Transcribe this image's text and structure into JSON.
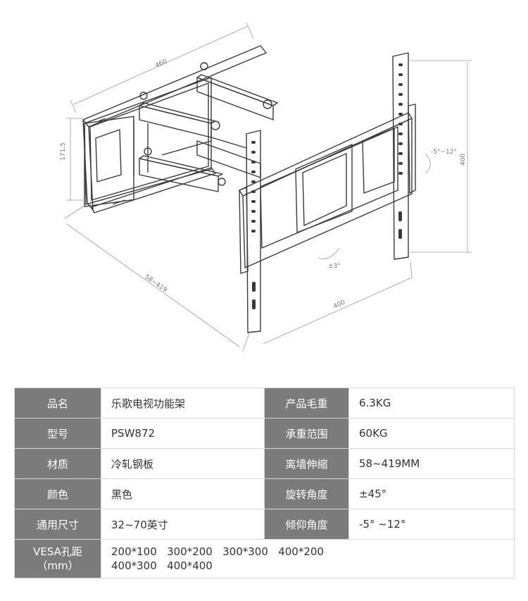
{
  "dimensions": {
    "width_top": "460",
    "height_left": "171.5",
    "extension": "58~419",
    "vesa_width": "400",
    "vesa_height": "400",
    "tilt": "-5°~12°",
    "swivel": "±3°"
  },
  "specs": {
    "name_label": "品名",
    "name_value": "乐歌电视功能架",
    "gross_weight_label": "产品毛重",
    "gross_weight_value": "6.3KG",
    "model_label": "型号",
    "model_value": "PSW872",
    "load_label": "承重范围",
    "load_value": "60KG",
    "material_label": "材质",
    "material_value": "冷轧钢板",
    "wall_distance_label": "离墙伸缩",
    "wall_distance_value": "58~419MM",
    "color_label": "颜色",
    "color_value": "黑色",
    "rotation_label": "旋转角度",
    "rotation_value": "±45°",
    "size_label": "通用尺寸",
    "size_value": "32~70英寸",
    "tilt_label": "倾仰角度",
    "tilt_value": "-5° ~12°",
    "vesa_label_line1": "VESA孔距",
    "vesa_label_line2": "（mm）",
    "vesa_line1": "200*100   300*200   300*300   400*200",
    "vesa_line2": "400*300   400*400"
  }
}
